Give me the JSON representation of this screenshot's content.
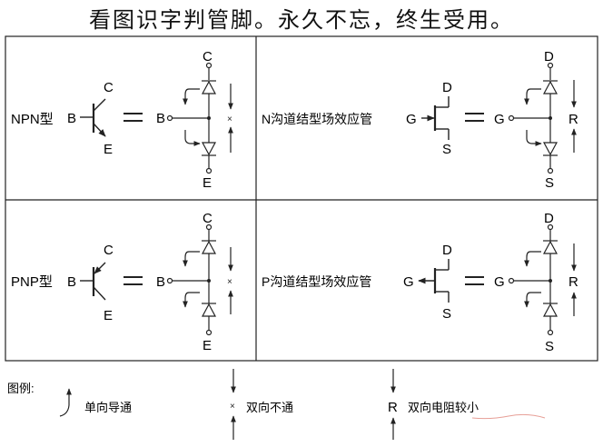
{
  "title": "看图识字判管脚。永久不忘，终生受用。",
  "panels": {
    "npn": {
      "label": "NPN型",
      "b": "B",
      "c": "C",
      "e": "E",
      "eq": "="
    },
    "nfet": {
      "label": "N沟道结型场效应管",
      "g": "G",
      "d": "D",
      "s": "S",
      "r": "R"
    },
    "pnp": {
      "label": "PNP型",
      "b": "B",
      "c": "C",
      "e": "E"
    },
    "pfet": {
      "label": "P沟道结型场效应管",
      "g": "G",
      "d": "D",
      "s": "S",
      "r": "R"
    }
  },
  "legend": {
    "title": "图例:",
    "one_way": "单向导通",
    "blocked": "双向不通",
    "r_symbol": "R",
    "low_res": "双向电阻较小"
  },
  "colors": {
    "line": "#222222",
    "background": "#ffffff",
    "watermark": "#d04030"
  }
}
